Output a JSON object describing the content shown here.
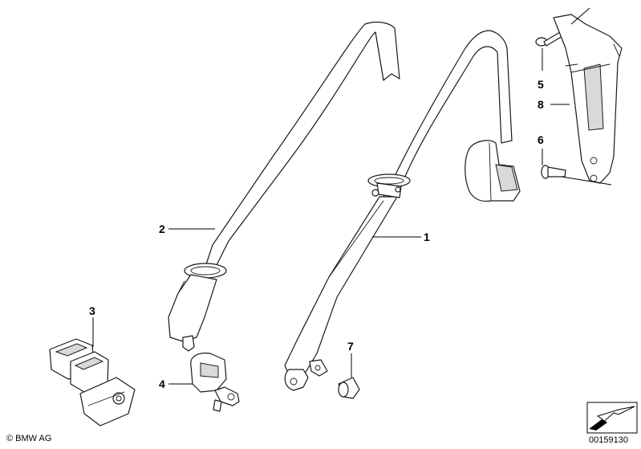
{
  "callouts": {
    "p1": "1",
    "p2": "2",
    "p3": "3",
    "p4": "4",
    "p5": "5",
    "p6": "6",
    "p7": "7",
    "p8": "8"
  },
  "footer": {
    "copyright": "© BMW AG",
    "doc_number": "00159130"
  },
  "icons": {
    "corner": "orientation-arrow-icon"
  }
}
